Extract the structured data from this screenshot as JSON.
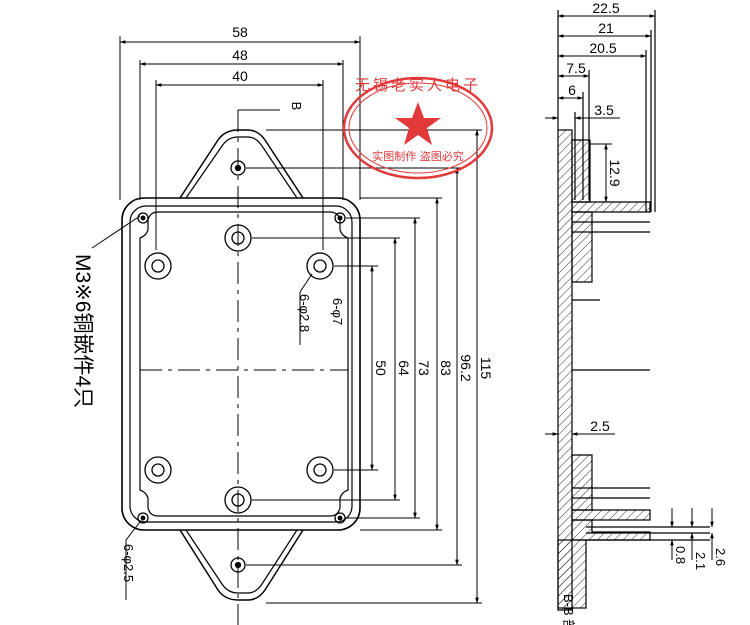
{
  "front_view": {
    "dims_top": {
      "w58": "58",
      "w48": "48",
      "w40": "40"
    },
    "dims_right": {
      "h50": "50",
      "h64": "64",
      "h73": "73",
      "h83": "83",
      "h96_2": "96.2",
      "h115": "115"
    },
    "section_mark": "B",
    "note_m3": "M3※6铜嵌件4只",
    "hole_phi7": "6-φ7",
    "hole_phi2_8": "6-φ2.8",
    "hole_phi2_5": "6-φ2.5"
  },
  "side_view": {
    "dims_top": {
      "d22_5": "22.5",
      "d21": "21",
      "d20_5": "20.5",
      "d7_5": "7.5",
      "d6": "6",
      "d3_5": "3.5"
    },
    "d12_9": "12.9",
    "d2_5": "2.5",
    "dims_bottom": {
      "d2_6": "2.6",
      "d2_1": "2.1",
      "d0_8": "0.8"
    },
    "section_label": "B-B 剖面"
  },
  "stamp": {
    "top_text": "无锡老实人电子",
    "bottom_text": "实图制作 盗图必究",
    "color": "#e23a3a"
  }
}
